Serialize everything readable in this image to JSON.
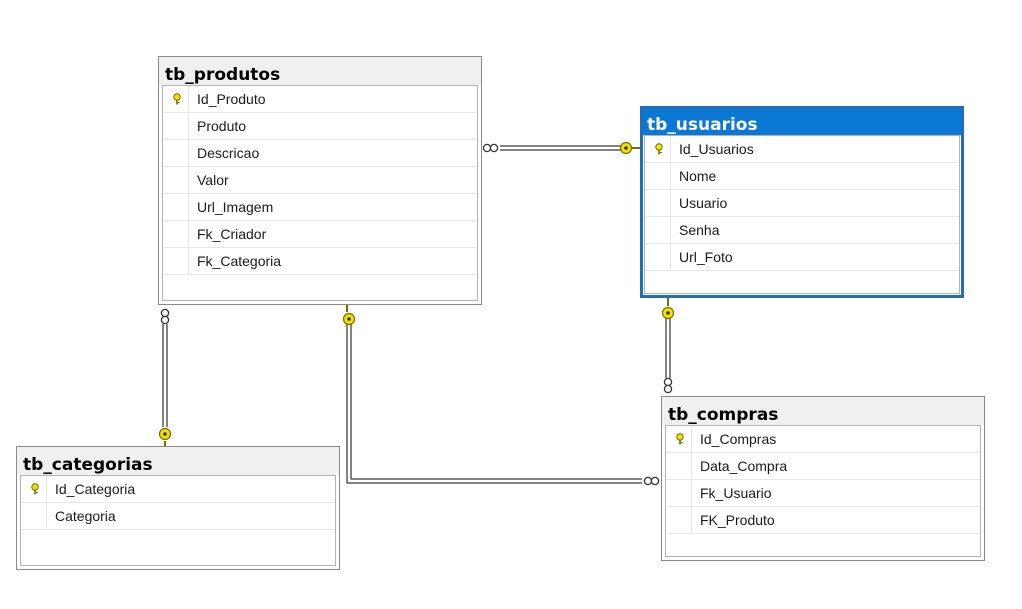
{
  "colors": {
    "selected_header": "#0a78d4",
    "key": "#f2e200",
    "line": "#5a5a5a"
  },
  "tables": {
    "produtos": {
      "title": "tb_produtos",
      "columns": [
        "Id_Produto",
        "Produto",
        "Descricao",
        "Valor",
        "Url_Imagem",
        "Fk_Criador",
        "Fk_Categoria"
      ],
      "primary_key": "Id_Produto"
    },
    "usuarios": {
      "title": "tb_usuarios",
      "columns": [
        "Id_Usuarios",
        "Nome",
        "Usuario",
        "Senha",
        "Url_Foto"
      ],
      "primary_key": "Id_Usuarios",
      "selected": true
    },
    "categorias": {
      "title": "tb_categorias",
      "columns": [
        "Id_Categoria",
        "Categoria"
      ],
      "primary_key": "Id_Categoria"
    },
    "compras": {
      "title": "tb_compras",
      "columns": [
        "Id_Compras",
        "Data_Compra",
        "Fk_Usuario",
        "FK_Produto"
      ],
      "primary_key": "Id_Compras"
    }
  },
  "relationships": [
    {
      "from": "tb_produtos",
      "to": "tb_usuarios",
      "from_end": "many",
      "to_end": "key-icon"
    },
    {
      "from": "tb_produtos",
      "to": "tb_categorias",
      "from_end": "many",
      "to_end": "key-icon"
    },
    {
      "from": "tb_compras",
      "to": "tb_usuarios",
      "from_end": "many",
      "to_end": "key-icon"
    },
    {
      "from": "tb_compras",
      "to": "tb_produtos",
      "from_end": "many",
      "to_end": "key-icon"
    }
  ]
}
